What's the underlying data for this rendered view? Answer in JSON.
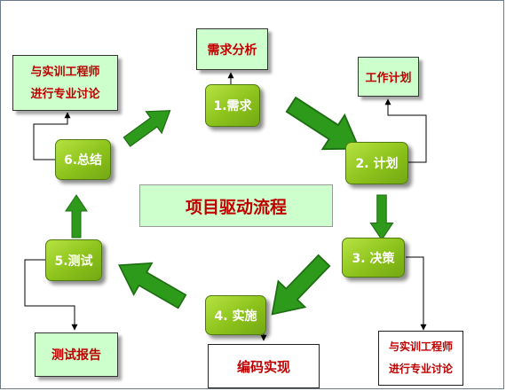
{
  "title": "项目驱动流程",
  "steps": [
    {
      "label": "1.需求"
    },
    {
      "label": "2. 计划"
    },
    {
      "label": "3. 决策"
    },
    {
      "label": "4. 实施"
    },
    {
      "label": "5.测试"
    },
    {
      "label": "6.总结"
    }
  ],
  "notes": {
    "requirement_analysis": "需求分析",
    "work_plan": "工作计划",
    "discussion_a": {
      "line1": "与实训工程师",
      "line2": "进行专业讨论"
    },
    "discussion_b": {
      "line1": "与实训工程师",
      "line2": "进行专业讨论"
    },
    "coding": "编码实现",
    "test_report": "测试报告"
  },
  "colors": {
    "step_fill": "#8cc21b",
    "note_fill": "#ccffcc",
    "arrow_fill": "#2e9a1c",
    "text_red": "#c00000"
  }
}
